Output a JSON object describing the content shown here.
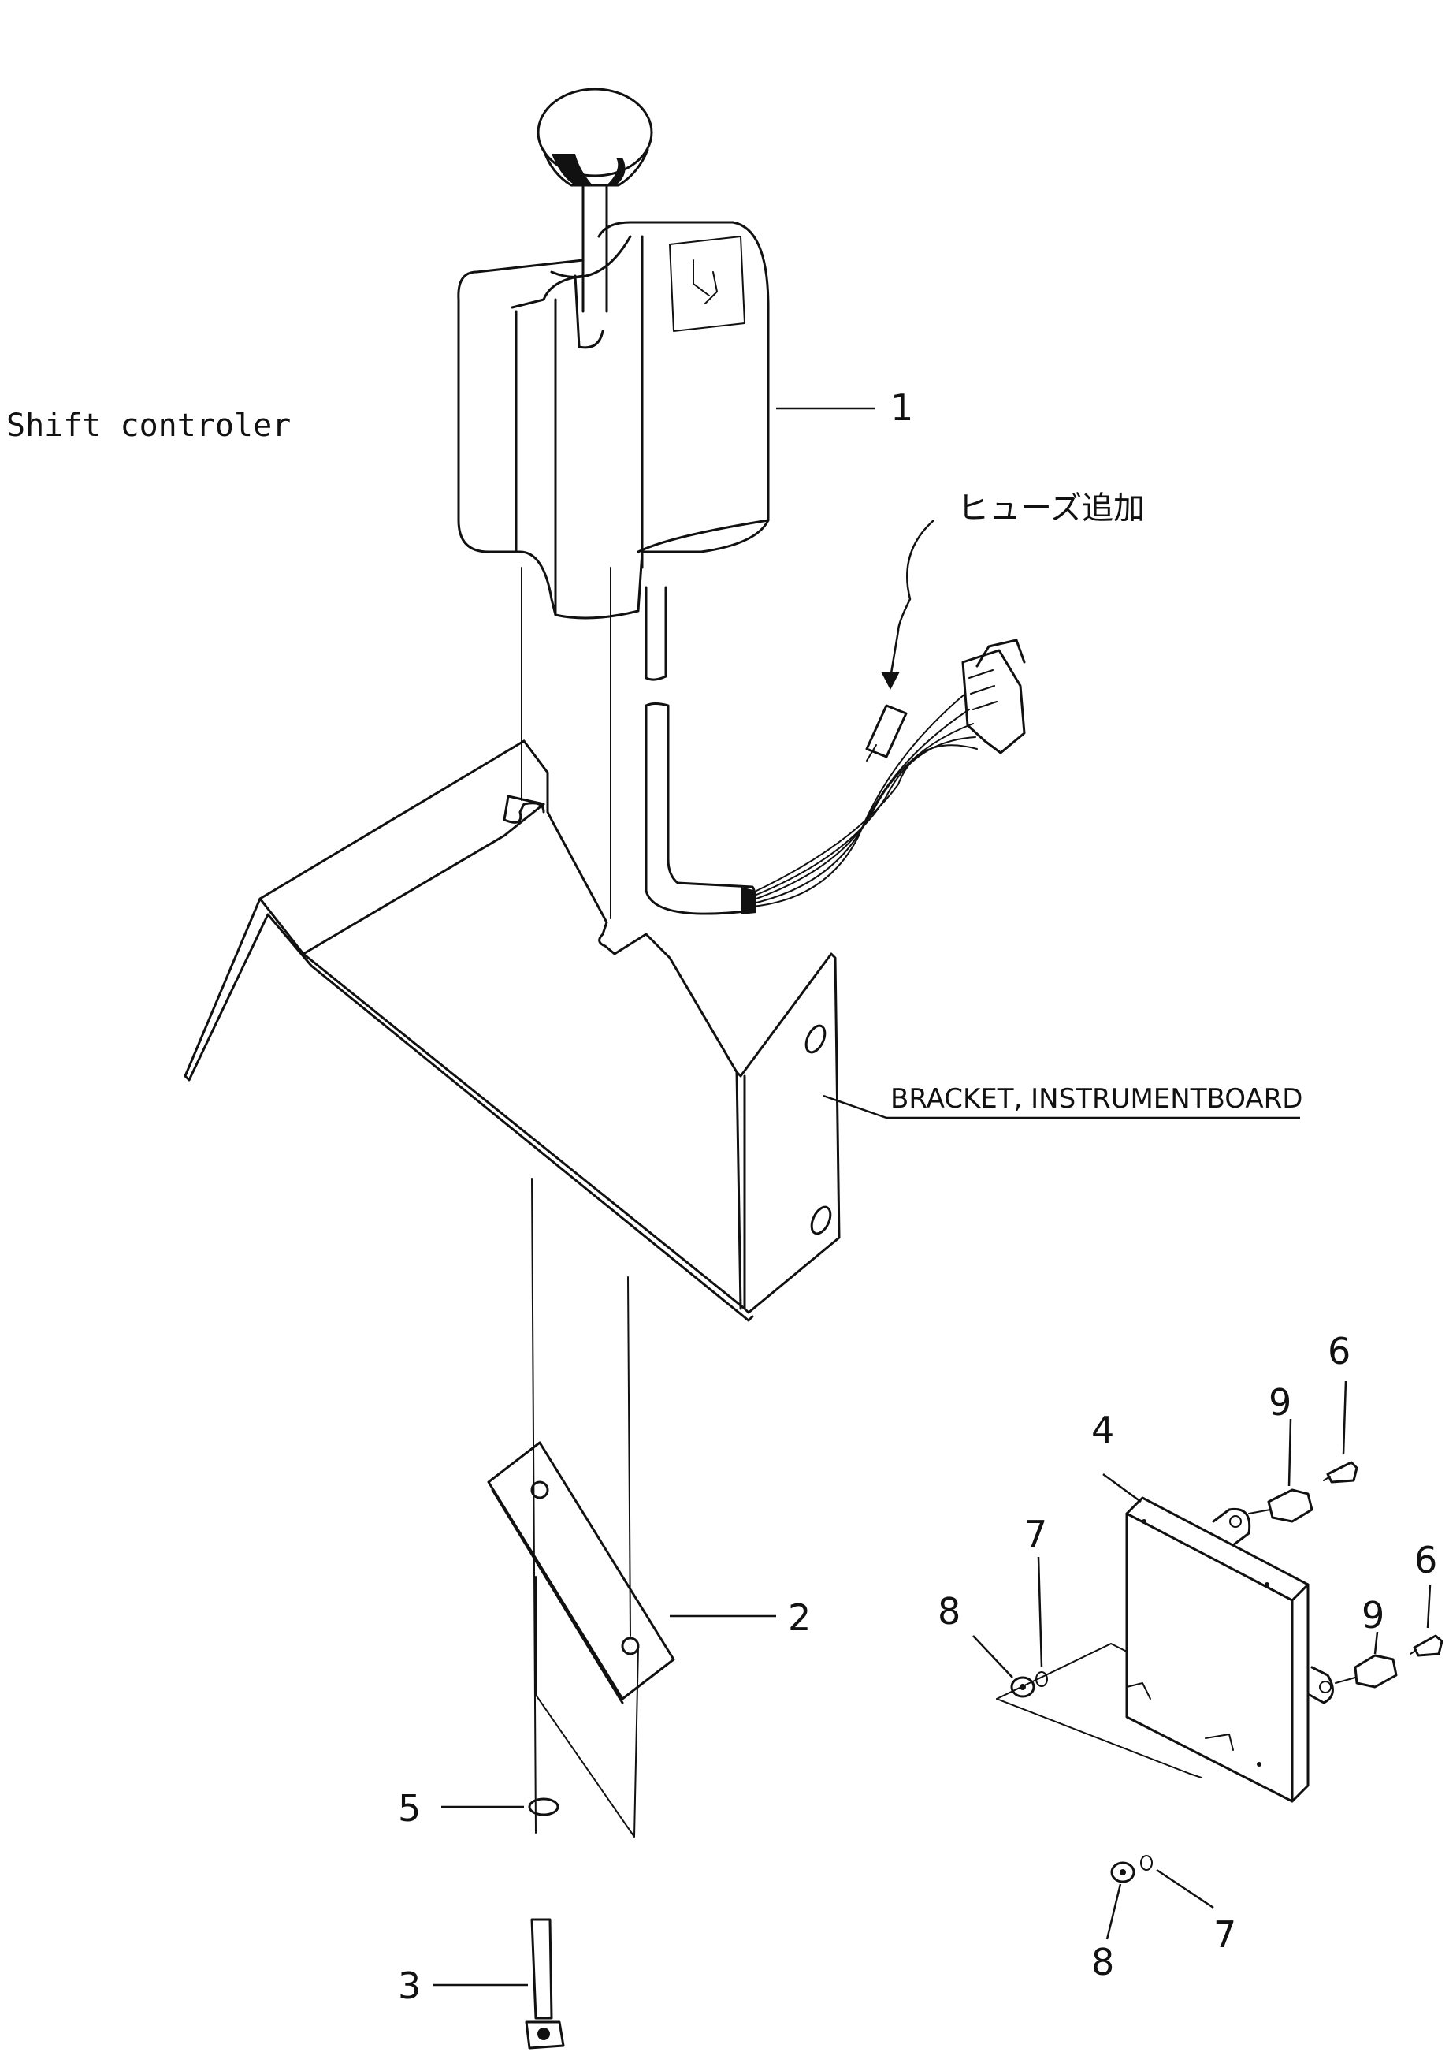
{
  "diagram": {
    "title": "Shift controler",
    "bracket_label": "BRACKET, INSTRUMENTBOARD",
    "handwritten_note": "ヒューズ追加",
    "callouts": [
      "1",
      "2",
      "3",
      "4",
      "5",
      "6",
      "6",
      "7",
      "7",
      "8",
      "8",
      "9",
      "9"
    ]
  }
}
